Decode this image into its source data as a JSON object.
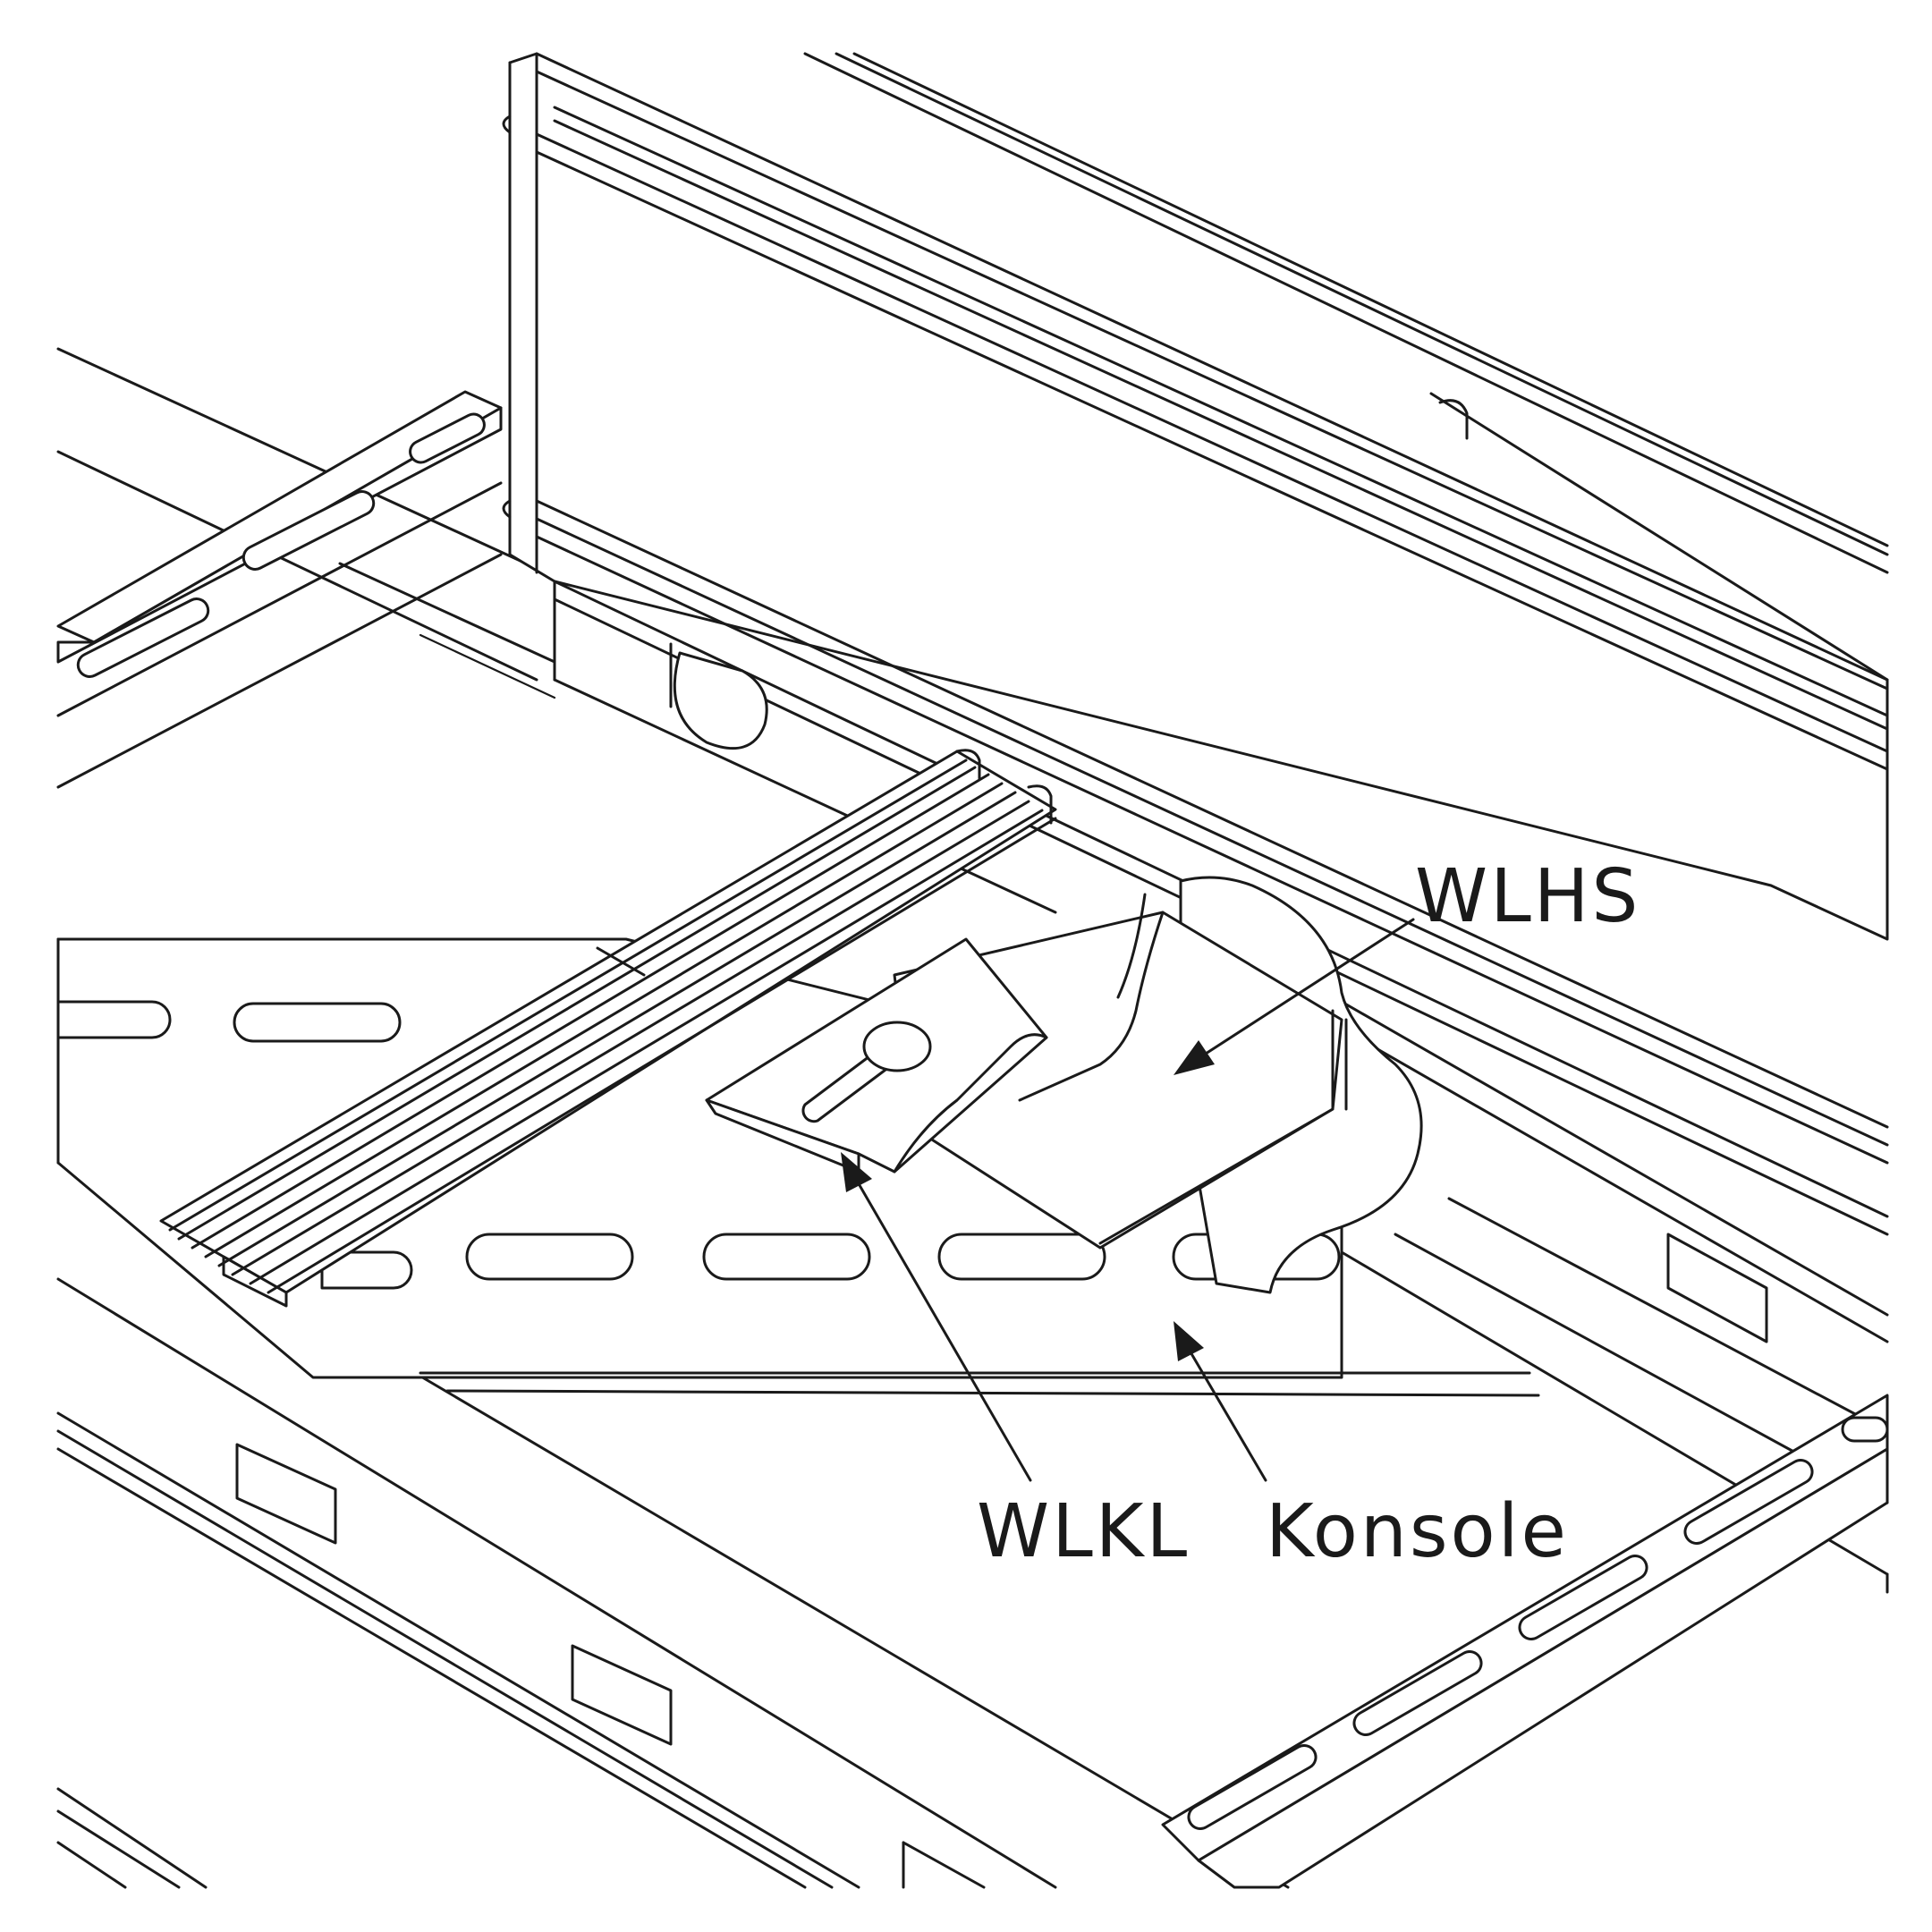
{
  "labels": {
    "wlhs": "WLHS",
    "wlkl": "WLKL",
    "konsole": "Konsole"
  },
  "colors": {
    "line": "#1a1a1a",
    "background": "#ffffff"
  }
}
